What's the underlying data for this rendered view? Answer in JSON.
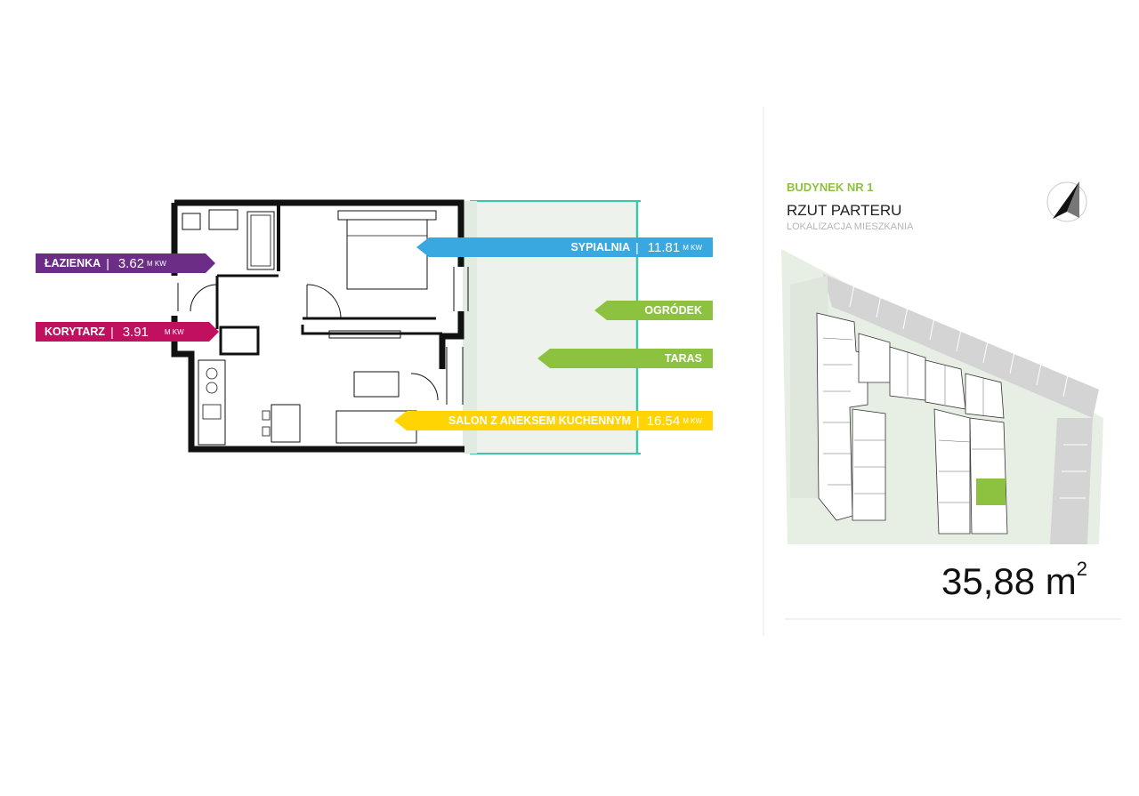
{
  "rooms": {
    "lazienka": {
      "name": "ŁAZIENKA",
      "area": "3.62",
      "unit": "M KW",
      "color": "#6b2d86"
    },
    "korytarz": {
      "name": "KORYTARZ",
      "area": "3.91",
      "unit": "M KW",
      "color": "#c0105f"
    },
    "sypialnia": {
      "name": "SYPIALNIA",
      "area": "11.81",
      "unit": "M KW",
      "color": "#3aa8e0"
    },
    "ogrodek": {
      "name": "OGRÓDEK",
      "color": "#8cc23f"
    },
    "taras": {
      "name": "TARAS",
      "color": "#8cc23f"
    },
    "salon": {
      "name": "SALON Z ANEKSEM KUCHENNYM",
      "area": "16.54",
      "unit": "M KW",
      "color": "#ffd400"
    }
  },
  "separator": "|",
  "location_panel": {
    "building": "BUDYNEK NR 1",
    "floor": "RZUT PARTERU",
    "subtitle": "LOKALIZACJA MIESZKANIA",
    "highlight_color": "#8cc23f"
  },
  "total_area": {
    "value": "35,88",
    "unit": "m",
    "superscript": "2"
  },
  "icons": {
    "compass": "north-arrow-icon"
  }
}
